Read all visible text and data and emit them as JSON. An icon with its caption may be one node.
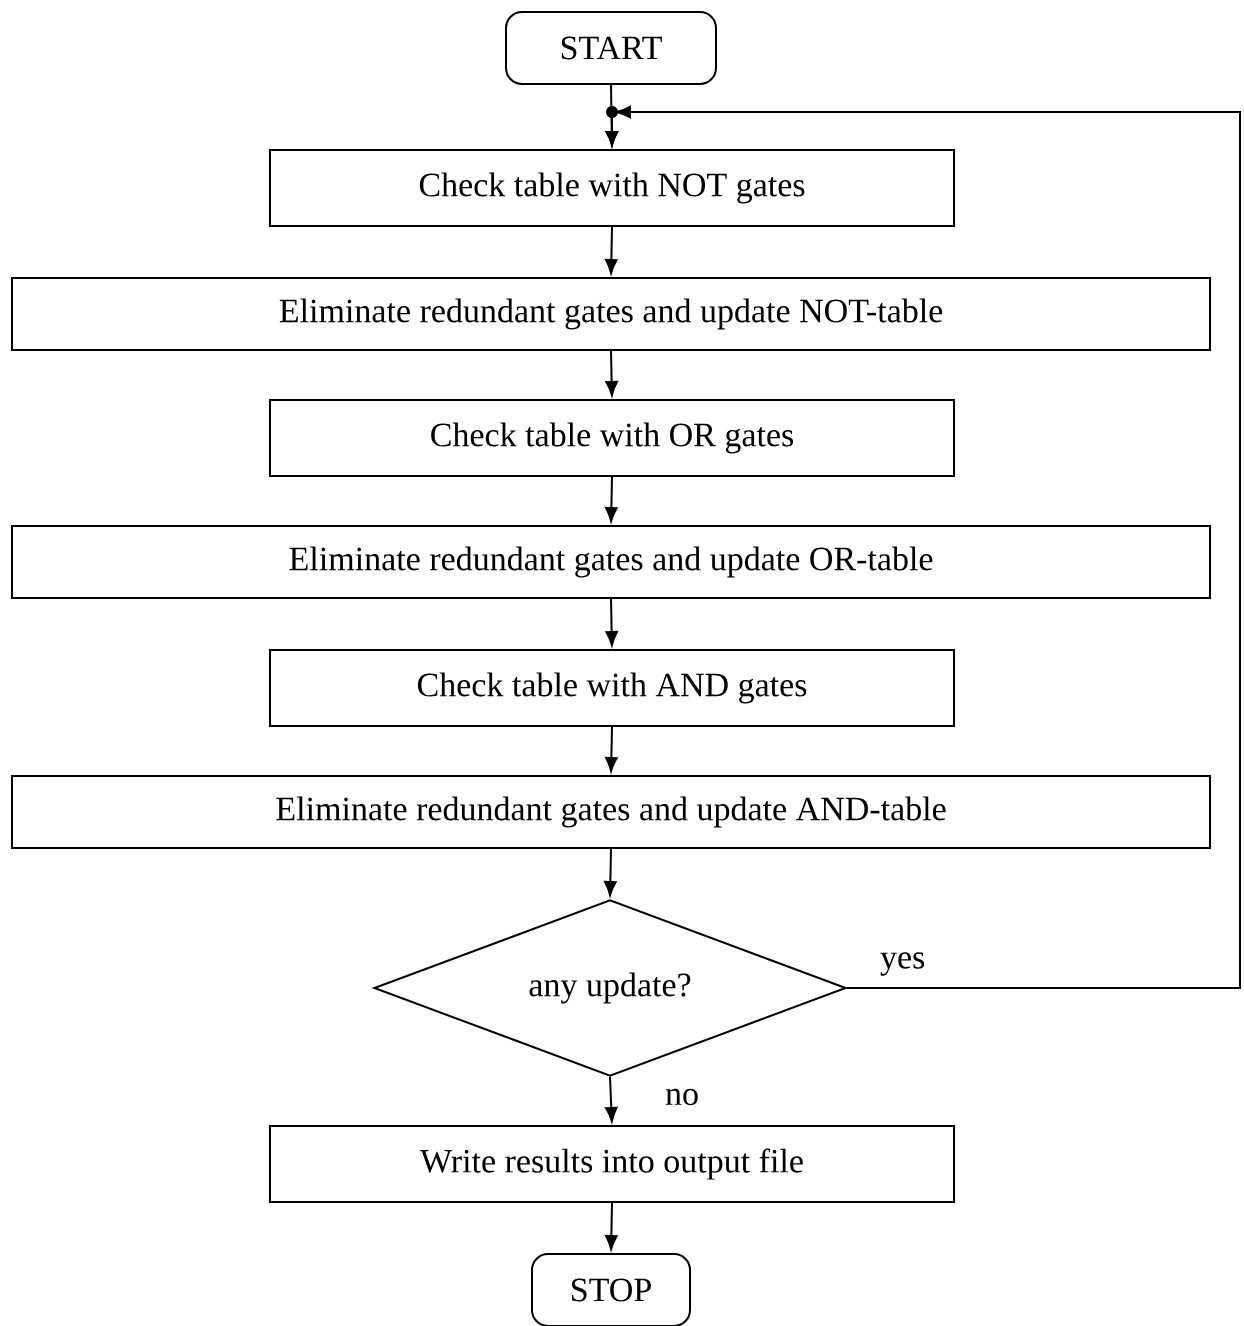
{
  "diagram": {
    "nodes": [
      {
        "text": [
          "START"
        ]
      },
      {
        "text": [
          "Check table with NOT gates"
        ]
      },
      {
        "text": [
          "Eliminate redundant gates and update NOT-table"
        ]
      },
      {
        "text": [
          "Check table with OR gates"
        ]
      },
      {
        "text": [
          "Eliminate redundant gates and update OR-table"
        ]
      },
      {
        "text": [
          "Check table with AND gates"
        ]
      },
      {
        "text": [
          "Eliminate redundant gates and update AND-table"
        ]
      },
      {
        "text": [
          "any update?"
        ]
      },
      {
        "text": [
          "Write results into output file"
        ]
      },
      {
        "text": [
          "STOP"
        ]
      }
    ],
    "edges": [
      {
        "from": 0,
        "to": 1,
        "arrow": "to"
      },
      {
        "from": 1,
        "to": 2,
        "arrow": "to"
      },
      {
        "from": 2,
        "to": 3,
        "arrow": "to"
      },
      {
        "from": 3,
        "to": 4,
        "arrow": "to"
      },
      {
        "from": 4,
        "to": 5,
        "arrow": "to"
      },
      {
        "from": 5,
        "to": 6,
        "arrow": "to"
      },
      {
        "from": 6,
        "to": 7,
        "arrow": "to"
      },
      {
        "from": 7,
        "to": 1,
        "label": "yes",
        "arrow": "to"
      },
      {
        "from": 7,
        "to": 8,
        "label": "no",
        "arrow": "to"
      },
      {
        "from": 8,
        "to": 9,
        "arrow": "to"
      }
    ]
  }
}
